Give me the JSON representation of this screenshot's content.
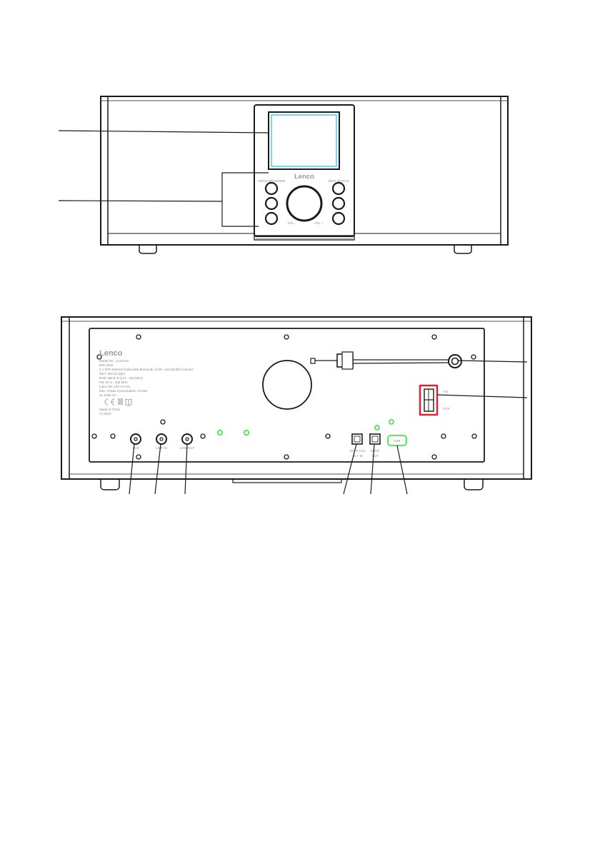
{
  "front_panel": {
    "brand": "Lenco",
    "labels_left": [
      "VOICE BROWSER",
      "",
      ""
    ],
    "labels_right": [
      "INFO STATUS",
      "",
      ""
    ],
    "knob_labels": [
      "VOL -",
      "VOL +"
    ]
  },
  "rear_panel": {
    "brand": "Lenco",
    "rating_lines": [
      "Model No.: Concerto",
      "DIR-2040",
      "2.1 WiFi Internet Radio with Bluetooth, DAB+ and Spotify Connect",
      "WiFi: 802.11 b/g/n",
      "DAB: Band III (174 - 240 MHz)",
      "FM: 87.5 - 108 MHz",
      "Input: DC 15V ⎓ 2.6A",
      "Max. Power Consumption: 44.8W",
      "SL 0381 VA",
      "Made in China",
      "12-2019"
    ],
    "port_labels": {
      "aux": "AUX",
      "line_in": "LINE IN",
      "line_out": "LINE OUT",
      "dc": "DC ⎓ 2.6A",
      "dc_polarity": "⊖-◐-⊕",
      "spdif": "SPDIF",
      "spdif_2": "OUT",
      "usb": "USB"
    },
    "switch_labels": {
      "on": "ON",
      "off": "OFF"
    }
  },
  "colors": {
    "line": "#1a1a1a",
    "screen": "#7fd6ee",
    "highlight_green": "#2ee02e",
    "switch_red": "#e0202a",
    "text_gray": "#9a9a9a"
  }
}
